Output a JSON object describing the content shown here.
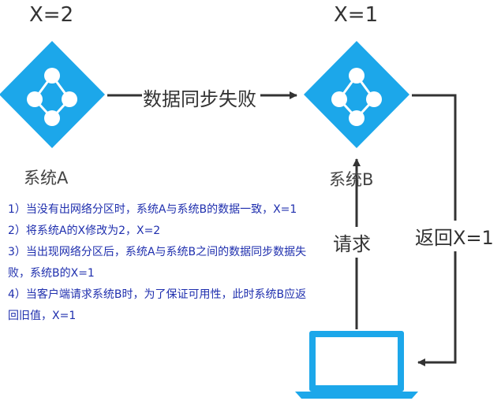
{
  "nodes": {
    "system_a": {
      "value_label": "X=2",
      "name": "系统A"
    },
    "system_b": {
      "value_label": "X=1",
      "name": "系统B"
    }
  },
  "edges": {
    "sync": "数据同步失败",
    "request": "请求",
    "response": "返回X=1"
  },
  "notes": [
    "1）当没有出网络分区时，系统A与系统B的数据一致，X=1",
    "2）将系统A的X修改为2，X=2",
    "3）当出现网络分区后，系统A与系统B之间的数据同步数据失败，系统B的X=1",
    "4）当客户端请求系统B时，为了保证可用性，此时系统B应返回旧值，X=1"
  ],
  "colors": {
    "node_fill": "#1ca7ea",
    "arrow": "#333333",
    "note_text": "#1f2fae"
  },
  "icons": [
    "cluster-node-icon",
    "laptop-icon"
  ]
}
